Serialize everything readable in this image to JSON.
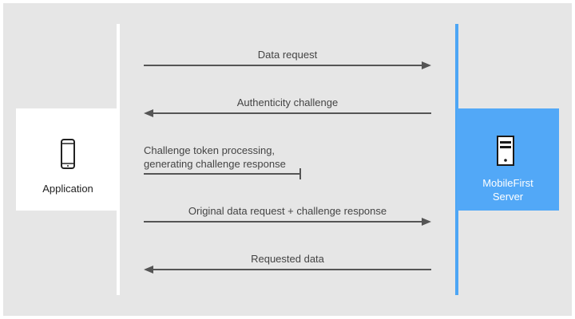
{
  "participants": {
    "application": {
      "label": "Application",
      "icon": "smartphone-icon"
    },
    "server": {
      "label_line1": "MobileFirst",
      "label_line2": "Server",
      "icon": "server-icon"
    }
  },
  "messages": [
    {
      "label": "Data request",
      "direction": "app-to-server"
    },
    {
      "label": "Authenticity challenge",
      "direction": "server-to-app"
    },
    {
      "label_line1": "Challenge token processing,",
      "label_line2": "generating challenge response",
      "direction": "self"
    },
    {
      "label": "Original data request + challenge response",
      "direction": "app-to-server"
    },
    {
      "label": "Requested data",
      "direction": "server-to-app"
    }
  ],
  "colors": {
    "background": "#e6e6e6",
    "server_accent": "#52a8f7",
    "arrow": "#555555"
  }
}
